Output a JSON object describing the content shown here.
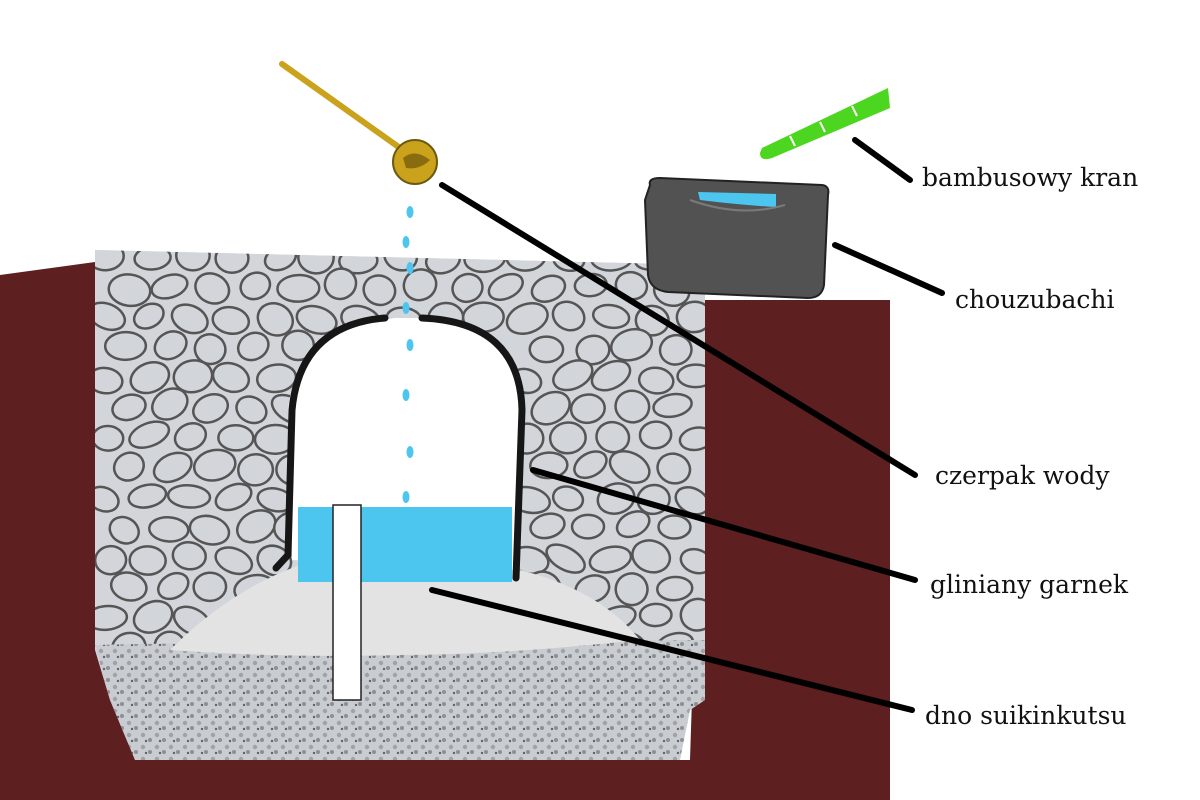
{
  "labels": {
    "bamboo_tap": "bambusowy kran",
    "basin": "chouzubachi",
    "ladle": "czerpak wody",
    "clay_pot": "gliniany garnek",
    "bottom": "dno suikinkutsu"
  },
  "colors": {
    "soil": "#5e1f20",
    "stone_fill": "#d2d5da",
    "stone_outline": "#555555",
    "water": "#4cc6ef",
    "pot": "#161616",
    "gravel": "#c9ccd0",
    "sand": "#e3e3e3",
    "basin": "#525252",
    "bamboo": "#4cd61f",
    "ladle": "#caa21c",
    "leader_line": "#000000"
  }
}
